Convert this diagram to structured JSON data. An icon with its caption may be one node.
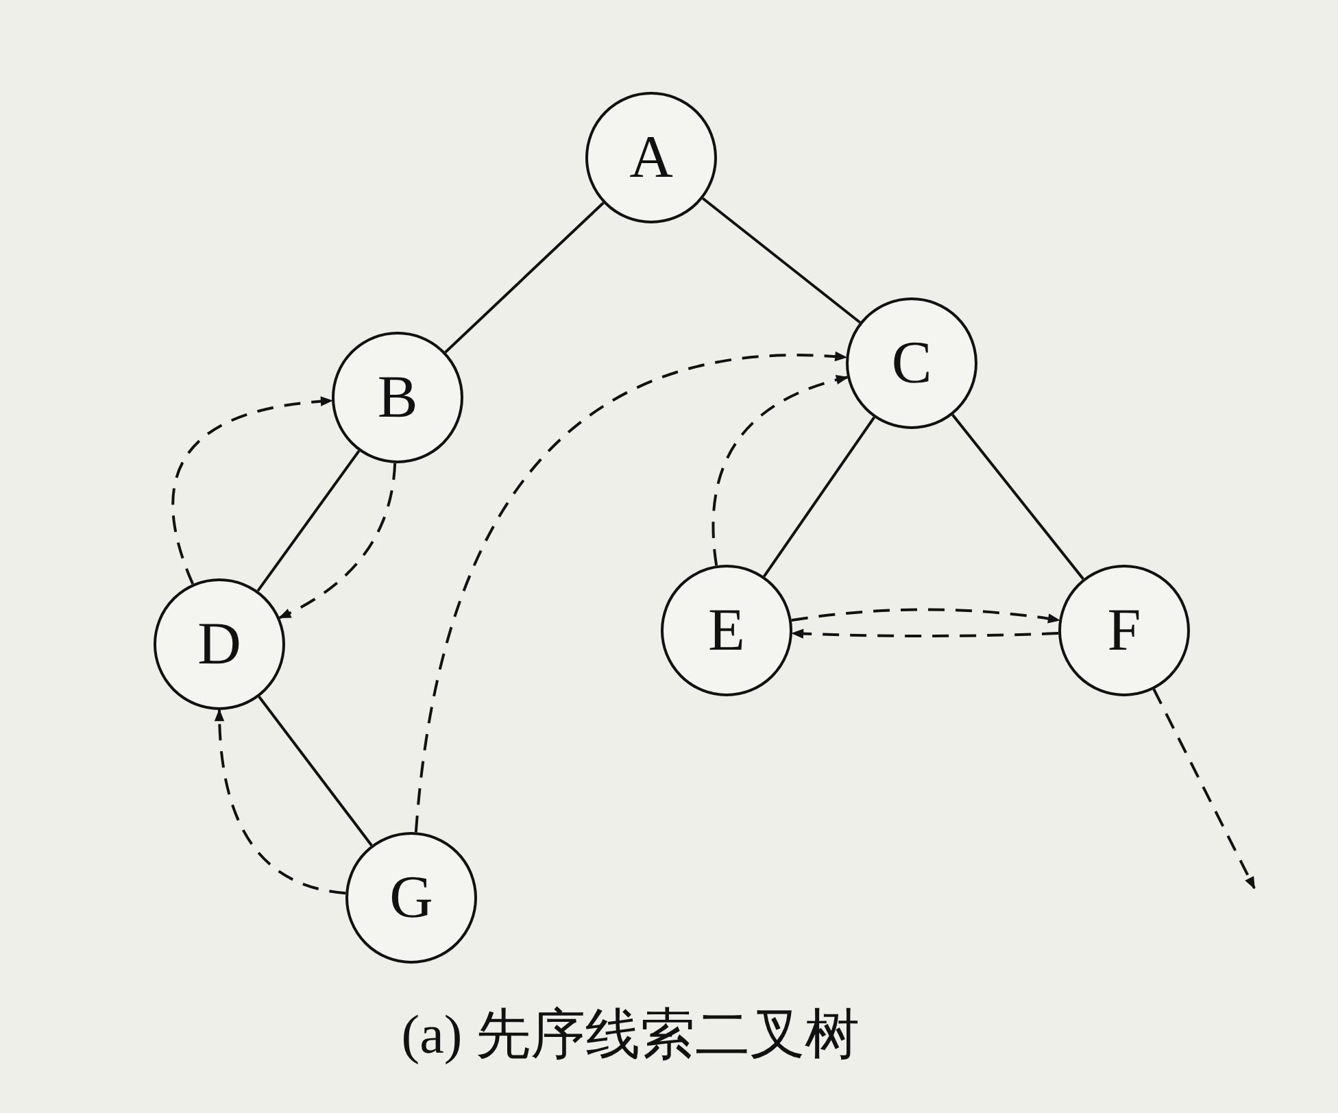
{
  "diagram": {
    "caption": "(a) 先序线索二叉树",
    "nodes": [
      {
        "text": [
          "A"
        ]
      },
      {
        "text": [
          "B"
        ]
      },
      {
        "text": [
          "C"
        ]
      },
      {
        "text": [
          "D"
        ]
      },
      {
        "text": [
          "E"
        ]
      },
      {
        "text": [
          "F"
        ]
      },
      {
        "text": [
          "G"
        ]
      }
    ],
    "edges": [
      {
        "from": 0,
        "to": 1,
        "arrow": "none"
      },
      {
        "from": 0,
        "to": 2,
        "arrow": "none"
      },
      {
        "from": 1,
        "to": 3,
        "arrow": "none"
      },
      {
        "from": 2,
        "to": 4,
        "arrow": "none"
      },
      {
        "from": 2,
        "to": 5,
        "arrow": "none"
      },
      {
        "from": 3,
        "to": 6,
        "arrow": "none"
      },
      {
        "from": 3,
        "to": 1,
        "arrow": "to",
        "style": "dashed"
      },
      {
        "from": 1,
        "to": 3,
        "arrow": "to",
        "style": "dashed"
      },
      {
        "from": 6,
        "to": 3,
        "arrow": "to",
        "style": "dashed"
      },
      {
        "from": 6,
        "to": 2,
        "arrow": "to",
        "style": "dashed"
      },
      {
        "from": 4,
        "to": 2,
        "arrow": "to",
        "style": "dashed"
      },
      {
        "from": 4,
        "to": 5,
        "arrow": "to",
        "style": "dashed"
      },
      {
        "from": 5,
        "to": 4,
        "arrow": "to",
        "style": "dashed"
      },
      {
        "from": 5,
        "to": null,
        "arrow": "to",
        "style": "dashed"
      }
    ]
  }
}
